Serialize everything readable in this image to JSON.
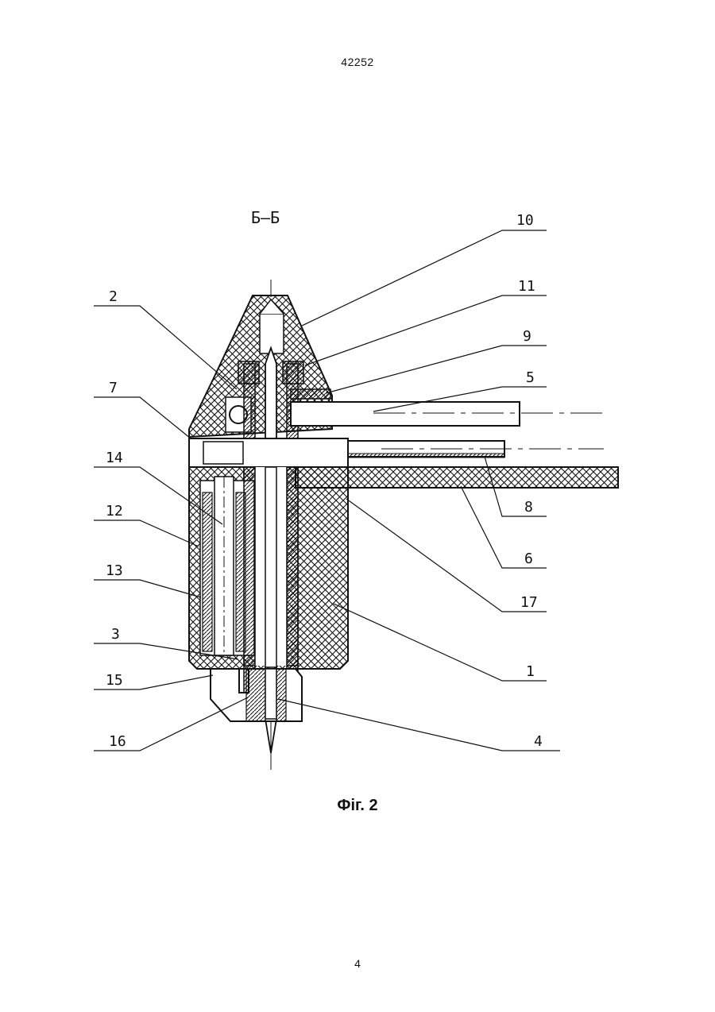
{
  "document": {
    "doc_number": "42252",
    "page_number": "4",
    "section_label": "Б–Б",
    "figure_caption": "Фіг. 2"
  },
  "callouts": {
    "c1": "1",
    "c2": "2",
    "c3": "3",
    "c4": "4",
    "c5": "5",
    "c6": "6",
    "c7": "7",
    "c8": "8",
    "c9": "9",
    "c10": "10",
    "c11": "11",
    "c12": "12",
    "c13": "13",
    "c14": "14",
    "c15": "15",
    "c16": "16",
    "c17": "17"
  },
  "colors": {
    "ink": "#111111",
    "background": "#ffffff"
  }
}
